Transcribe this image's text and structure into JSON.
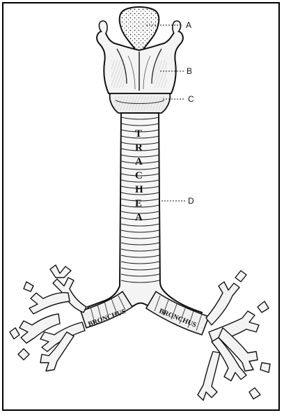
{
  "diagram": {
    "labels": {
      "a": "A",
      "b": "B",
      "c": "C",
      "d": "D"
    },
    "trachea_letters": [
      "T",
      "R",
      "A",
      "C",
      "H",
      "E",
      "A"
    ],
    "bronchus_left": "BRONCHUS",
    "bronchus_right": "BRONCHUS"
  }
}
